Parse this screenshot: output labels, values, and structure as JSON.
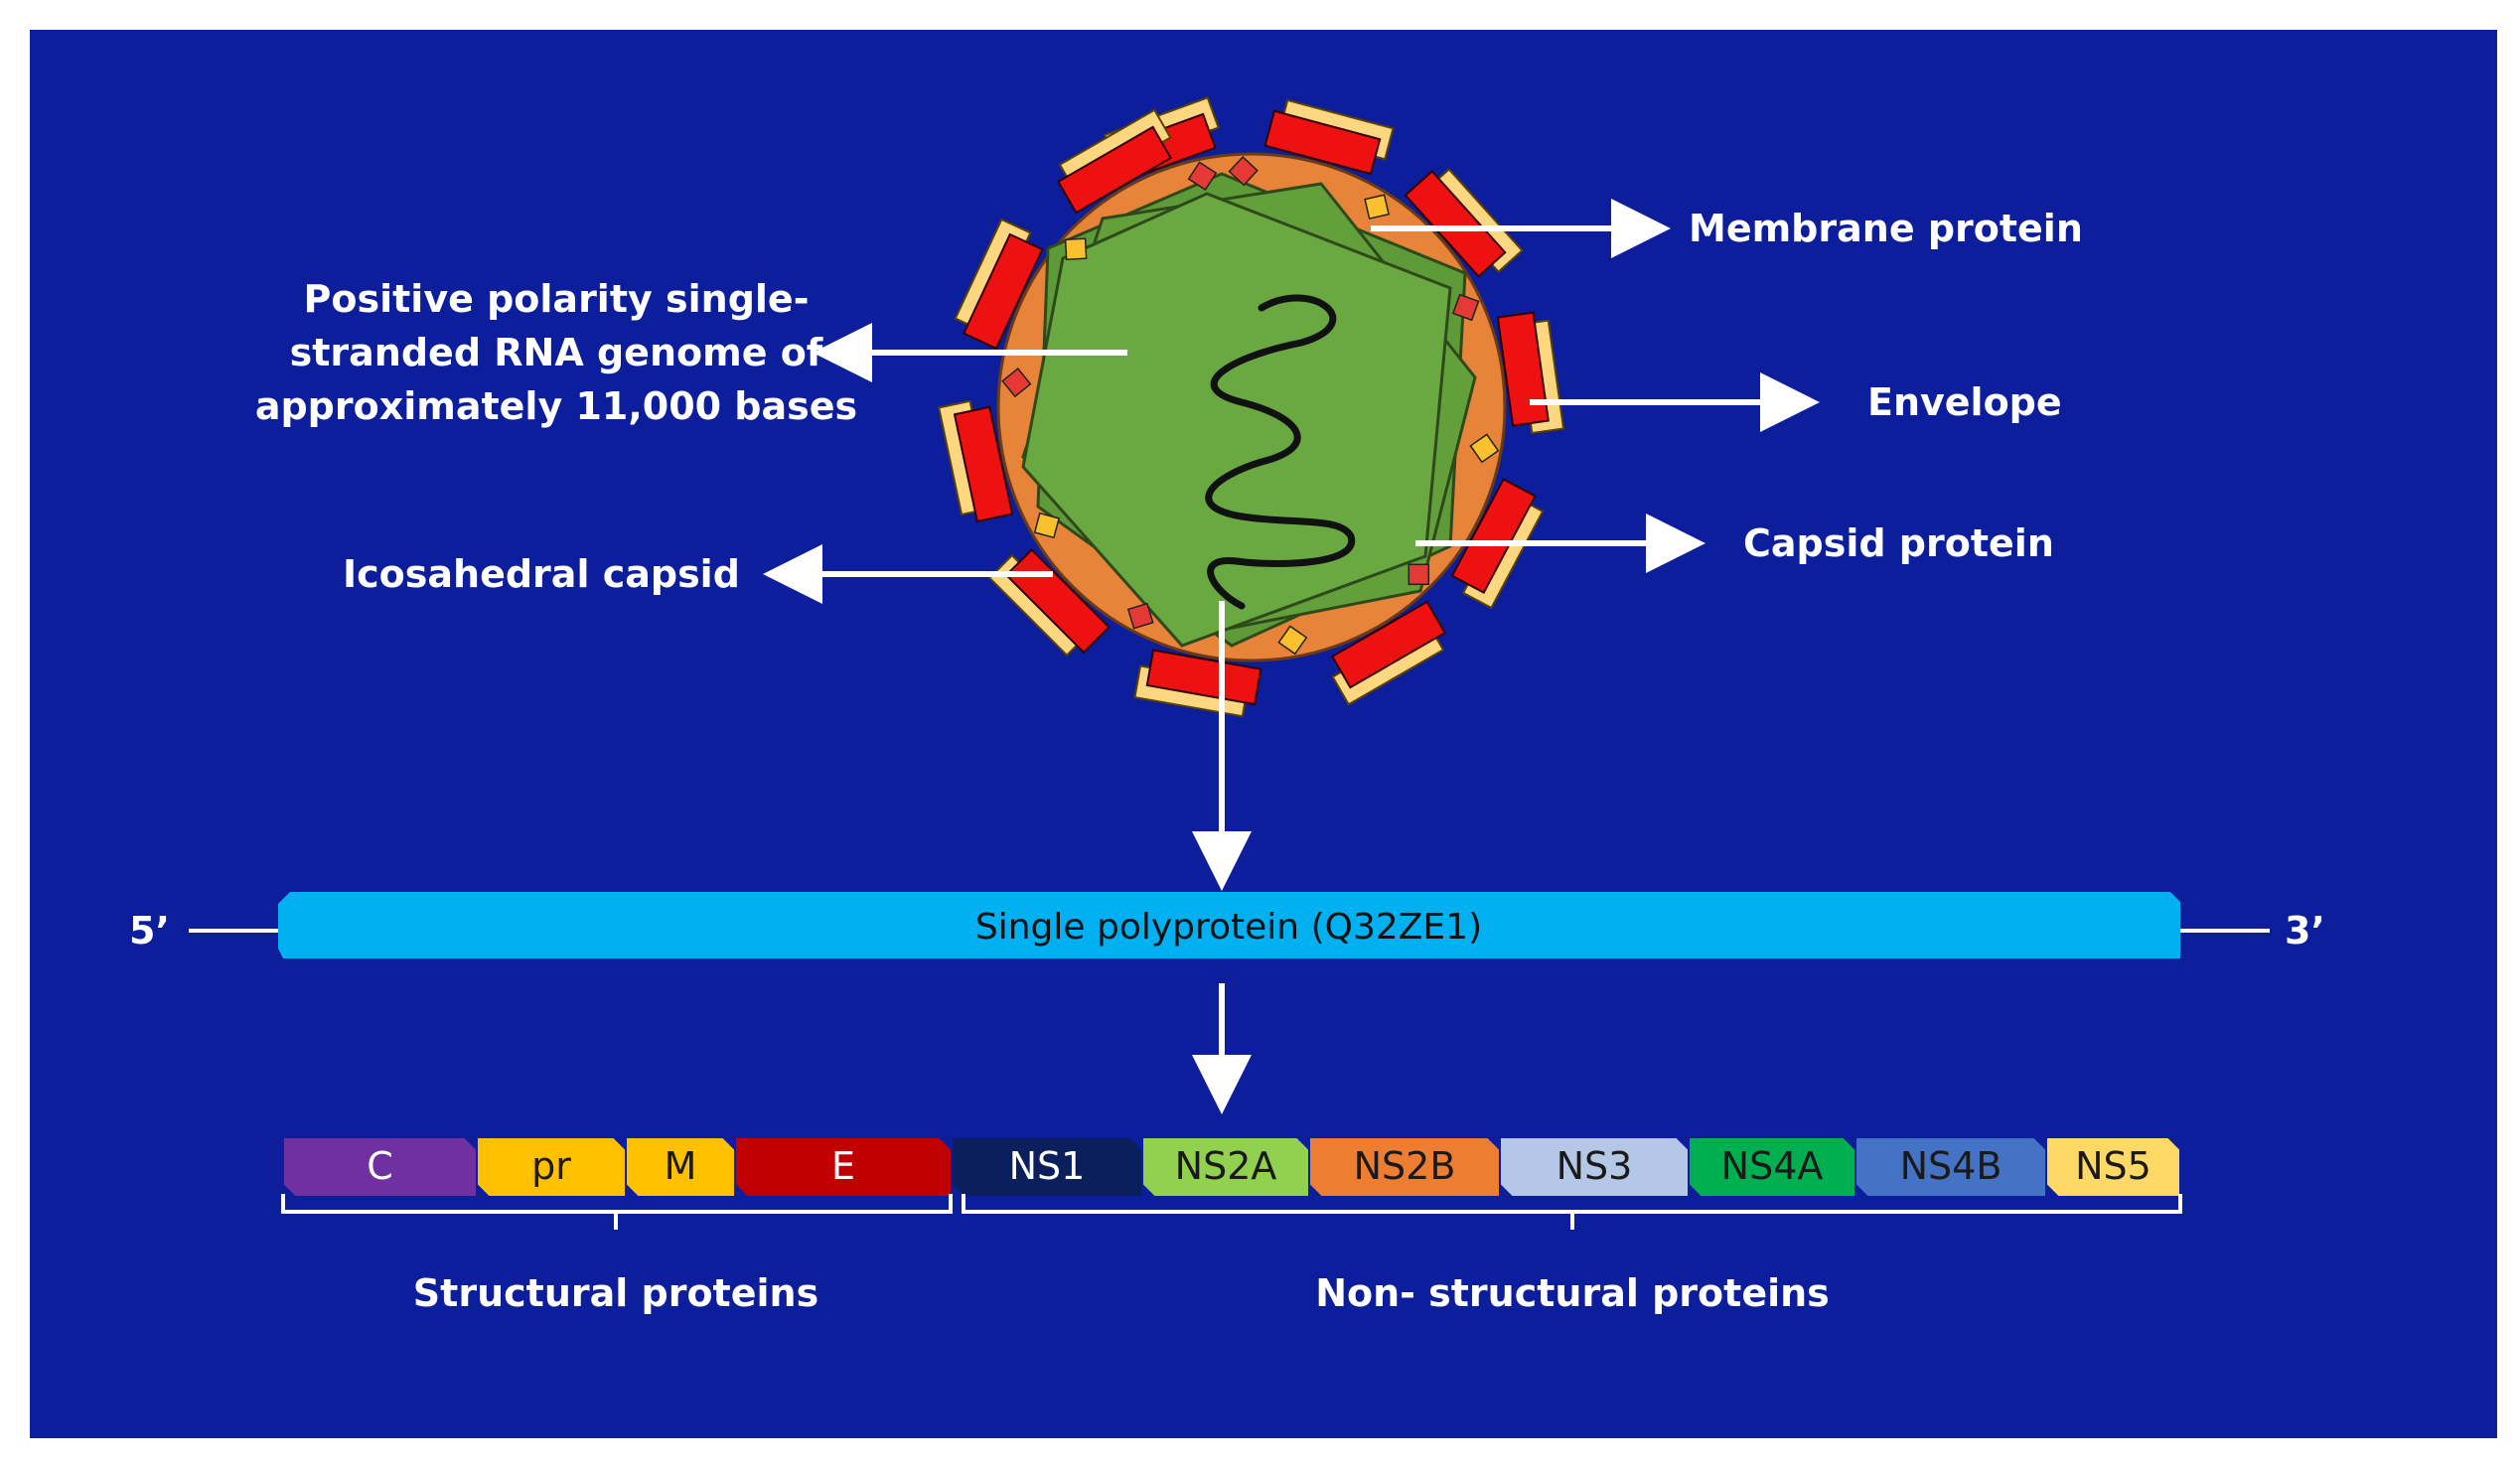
{
  "colors": {
    "background": "#0d1e9c",
    "envelope_orange": "#e8843a",
    "capsid_green": "#6aa842",
    "spike_red": "#ee1111",
    "spike_yellow": "#fdd77f",
    "polyprotein_blue": "#00b0f0"
  },
  "virion_labels": {
    "genome_line1": "Positive polarity single-",
    "genome_line2": "stranded RNA genome of",
    "genome_line3": "approximately 11,000 bases",
    "icosahedral_capsid": "Icosahedral capsid",
    "membrane_protein": "Membrane protein",
    "envelope": "Envelope",
    "capsid_protein": "Capsid protein"
  },
  "polyprotein": {
    "label": "Single polyprotein (Q32ZE1)",
    "five_prime": "5’",
    "three_prime": "3’"
  },
  "segments": [
    {
      "label": "C",
      "color": "#7030a0",
      "text_color": "#ffffff"
    },
    {
      "label": "pr",
      "color": "#ffc000",
      "text_color": "#1a1a1a"
    },
    {
      "label": "M",
      "color": "#ffc000",
      "text_color": "#1a1a1a"
    },
    {
      "label": "E",
      "color": "#c00000",
      "text_color": "#ffffff"
    },
    {
      "label": "NS1",
      "color": "#0b1f5c",
      "text_color": "#ffffff"
    },
    {
      "label": "NS2A",
      "color": "#92d050",
      "text_color": "#1a1a1a"
    },
    {
      "label": "NS2B",
      "color": "#ed7d31",
      "text_color": "#1a1a1a"
    },
    {
      "label": "NS3",
      "color": "#b4c7e7",
      "text_color": "#1a1a1a"
    },
    {
      "label": "NS4A",
      "color": "#00b050",
      "text_color": "#1a1a1a"
    },
    {
      "label": "NS4B",
      "color": "#4472c4",
      "text_color": "#1a1a1a"
    },
    {
      "label": "NS5",
      "color": "#ffd966",
      "text_color": "#1a1a1a"
    }
  ],
  "groups": {
    "structural": "Structural proteins",
    "non_structural": "Non- structural proteins"
  }
}
